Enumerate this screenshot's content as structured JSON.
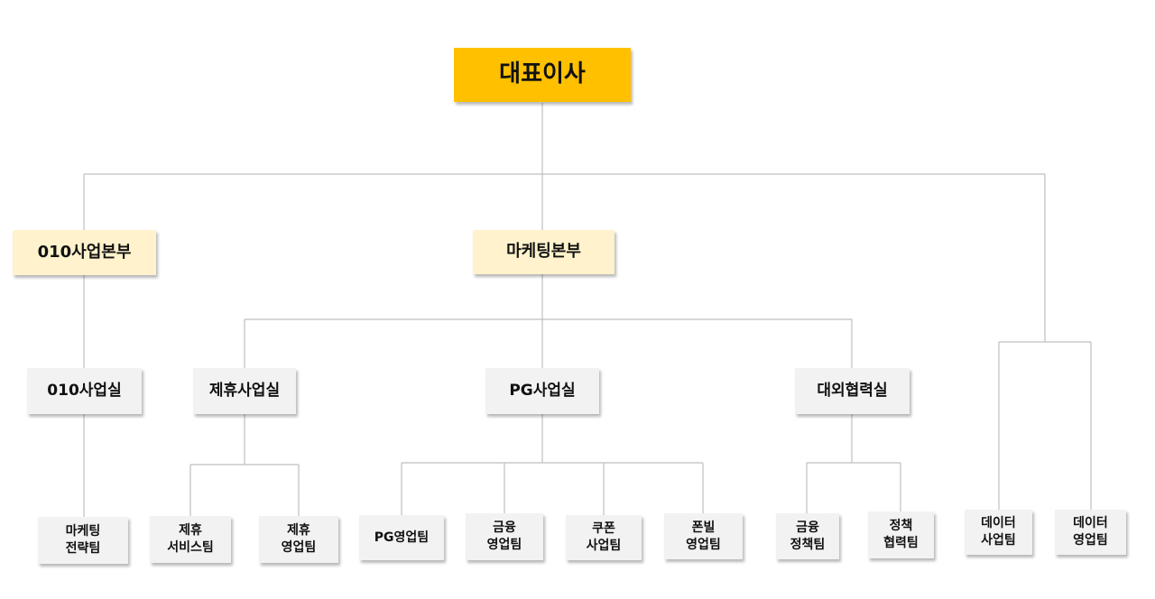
{
  "chart": {
    "ceo": "대표이사",
    "divisions": {
      "biz010": "010사업본부",
      "marketing": "마케팅본부"
    },
    "departments": {
      "biz010_office": "010사업실",
      "alliance": "제휴사업실",
      "pg": "PG사업실",
      "external": "대외협력실"
    },
    "teams": {
      "marketing_strategy": "마케팅\n전략팀",
      "alliance_service": "제휴\n서비스팀",
      "alliance_sales": "제휴\n영업팀",
      "pg_sales": "PG영업팀",
      "finance_sales": "금융\n영업팀",
      "coupon_biz": "쿠폰\n사업팀",
      "phonebill_sales": "폰빌\n영업팀",
      "finance_policy": "금융\n정책팀",
      "policy_coop": "정책\n협력팀",
      "data_biz": "데이터\n사업팀",
      "data_sales": "데이터\n영업팀"
    }
  },
  "colors": {
    "ceo": "#ffc000",
    "division": "#fff2cc",
    "box": "#f2f2f2",
    "line": "#bfbfbf"
  }
}
